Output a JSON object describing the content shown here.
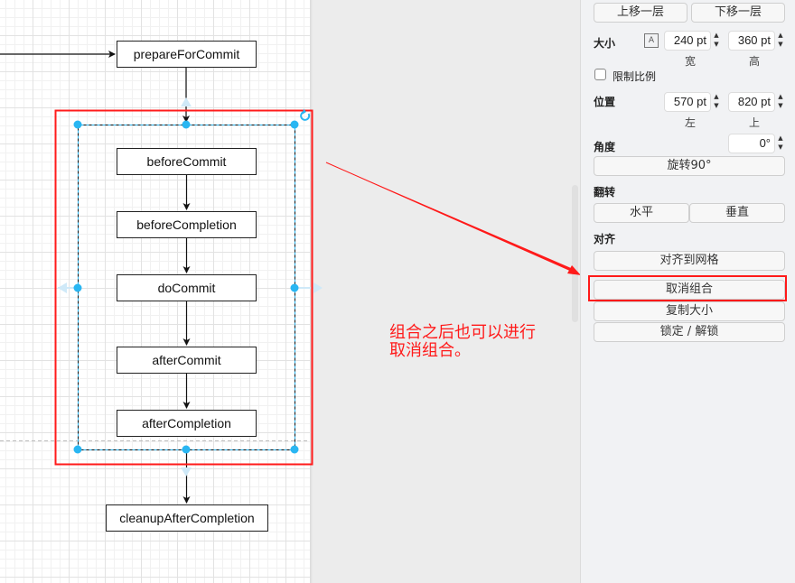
{
  "diagram": {
    "nodes": [
      {
        "id": "prepareForCommit",
        "label": "prepareForCommit"
      },
      {
        "id": "beforeCommit",
        "label": "beforeCommit"
      },
      {
        "id": "beforeCompletion",
        "label": "beforeCompletion"
      },
      {
        "id": "doCommit",
        "label": "doCommit"
      },
      {
        "id": "afterCommit",
        "label": "afterCommit"
      },
      {
        "id": "afterCompletion",
        "label": "afterCompletion"
      },
      {
        "id": "cleanupAfterCompletion",
        "label": "cleanupAfterCompletion"
      }
    ],
    "edges": [
      [
        "external",
        "prepareForCommit"
      ],
      [
        "prepareForCommit",
        "group"
      ],
      [
        "beforeCommit",
        "beforeCompletion"
      ],
      [
        "beforeCompletion",
        "doCommit"
      ],
      [
        "doCommit",
        "afterCommit"
      ],
      [
        "afterCommit",
        "afterCompletion"
      ],
      [
        "group",
        "cleanupAfterCompletion"
      ]
    ]
  },
  "annotation": {
    "line1": "组合之后也可以进行",
    "line2": "取消组合。",
    "color": "#ff1a1a"
  },
  "panel": {
    "move_up_label": "上移一层",
    "move_down_label": "下移一层",
    "size_label": "大小",
    "width_value": "240 pt",
    "height_value": "360 pt",
    "width_caption": "宽",
    "height_caption": "高",
    "lock_ratio_label": "限制比例",
    "lock_ratio_checked": false,
    "position_label": "位置",
    "left_value": "570 pt",
    "top_value": "820 pt",
    "left_caption": "左",
    "top_caption": "上",
    "angle_label": "角度",
    "angle_value": "0°",
    "rotate_label": "旋转90°",
    "flip_label": "翻转",
    "flip_h_label": "水平",
    "flip_v_label": "垂直",
    "align_label": "对齐",
    "snap_grid_label": "对齐到网格",
    "ungroup_label": "取消组合",
    "copy_size_label": "复制大小",
    "lock_unlock_label": "锁定 / 解锁"
  },
  "colors": {
    "highlight_red": "#ff1a1a",
    "selection_blue": "#29b6f2"
  }
}
